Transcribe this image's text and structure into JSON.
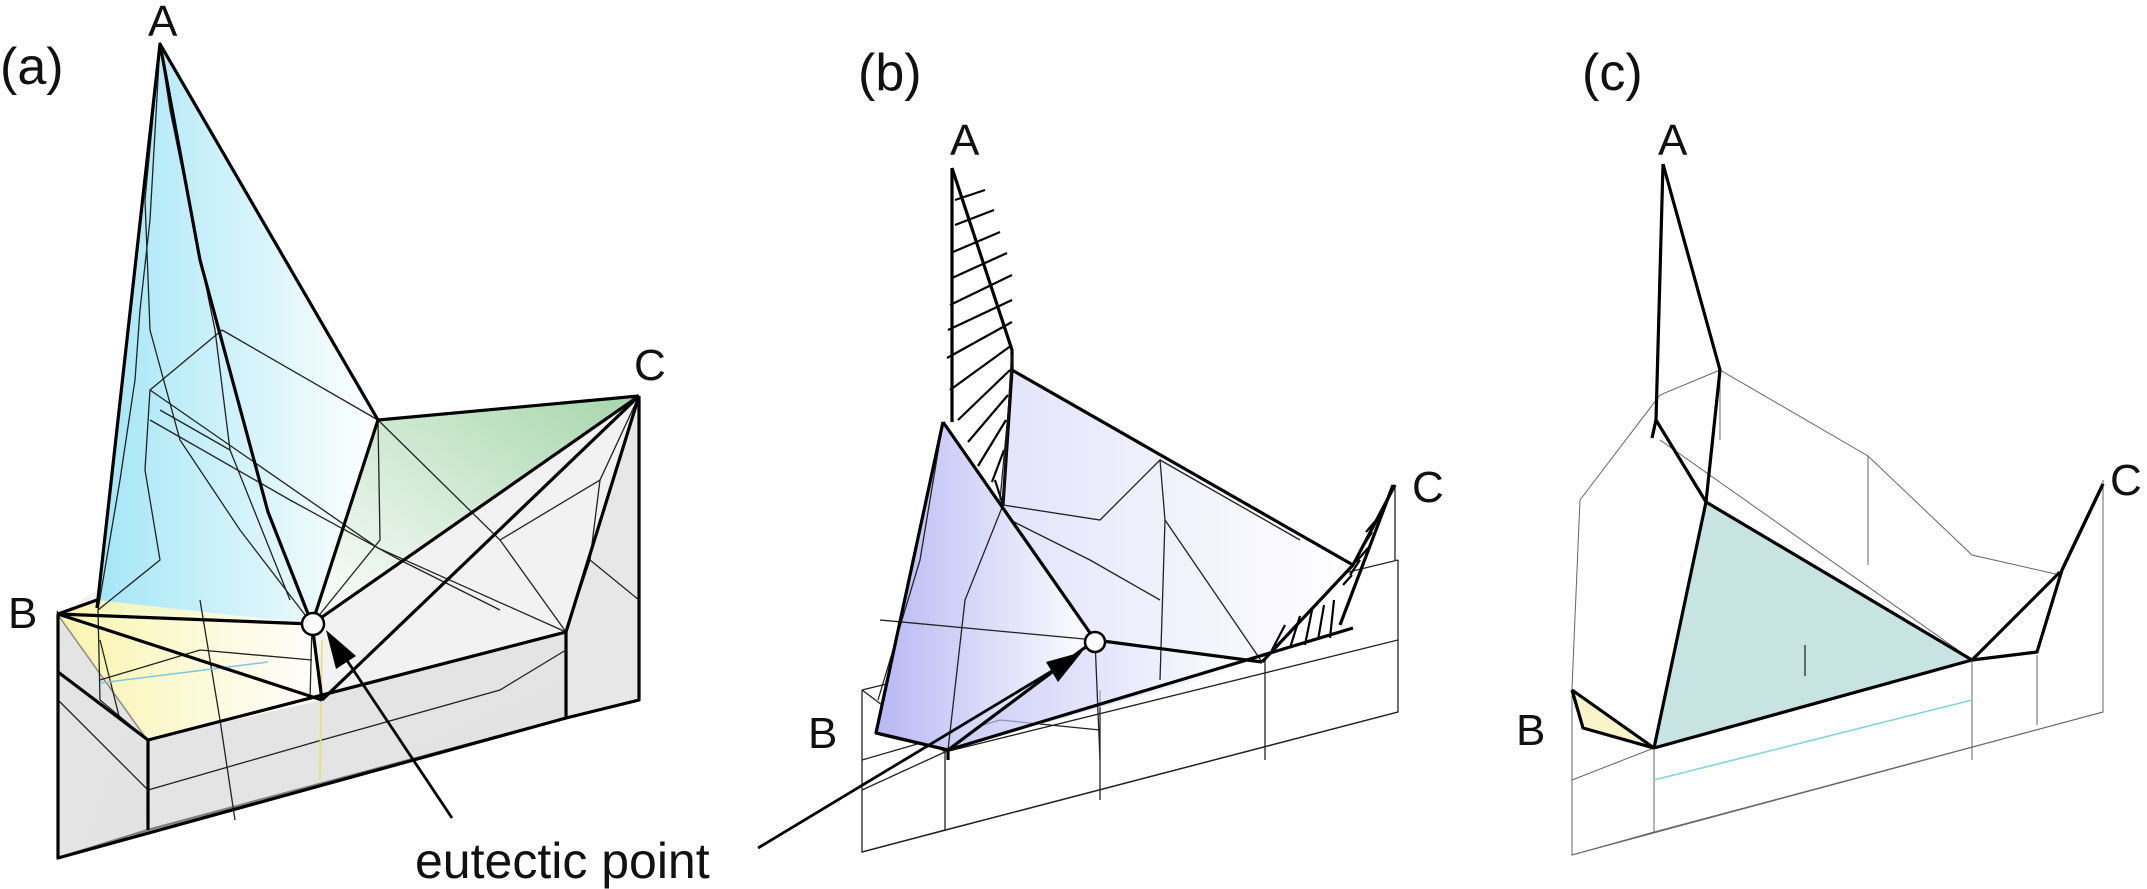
{
  "panels": [
    {
      "label": "(a)",
      "vertices": {
        "A": "A",
        "B": "B",
        "C": "C"
      }
    },
    {
      "label": "(b)",
      "vertices": {
        "A": "A",
        "B": "B",
        "C": "C"
      }
    },
    {
      "label": "(c)",
      "vertices": {
        "A": "A",
        "B": "B",
        "C": "C"
      }
    }
  ],
  "annotation": {
    "text": "eutectic point"
  },
  "colors": {
    "a_liquidus_A": "#9fe4f5",
    "a_liquidus_B": "#fbf7b8",
    "a_liquidus_C": "#a9d8ae",
    "a_prism": "#e4e4e4",
    "b_surface": "#b9b9f3",
    "c_plane": "#c6e4e2"
  }
}
